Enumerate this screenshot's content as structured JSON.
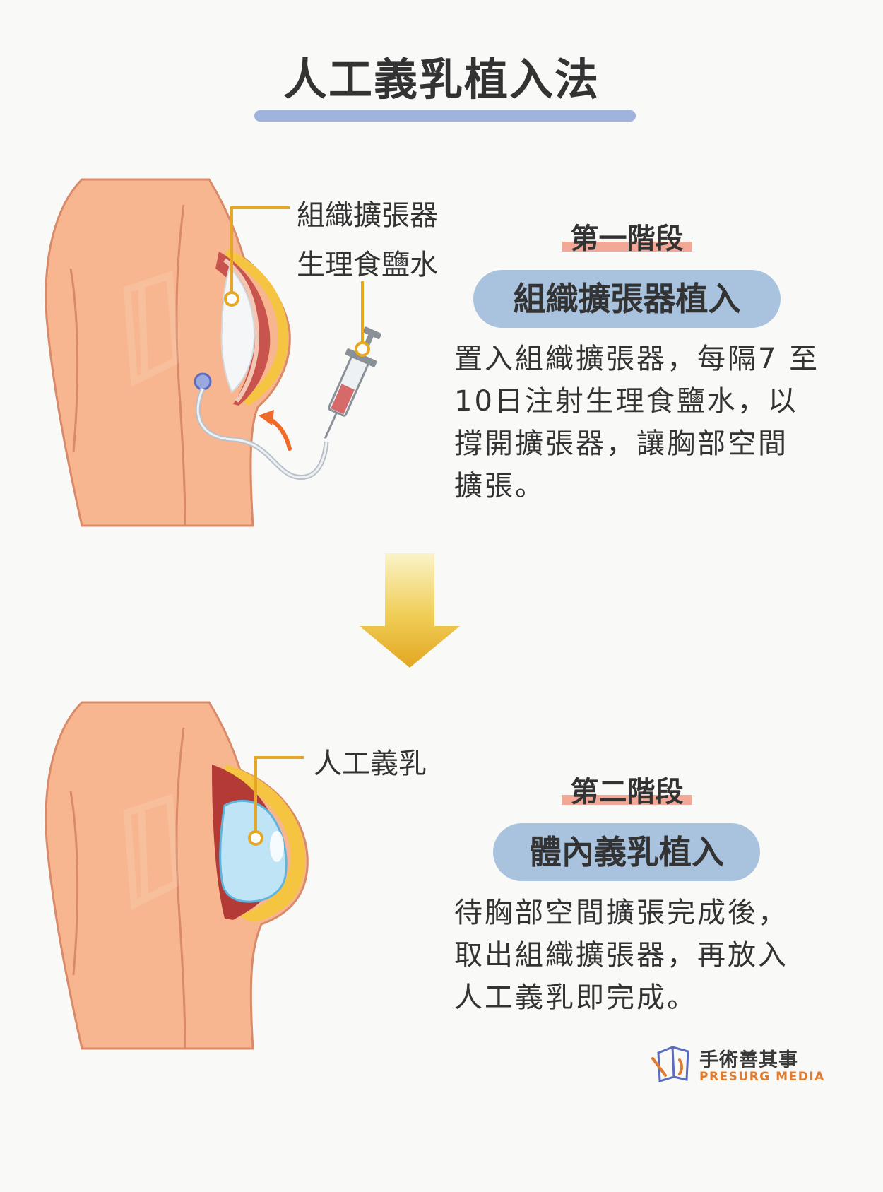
{
  "title": "人工義乳植入法",
  "colors": {
    "title_bar": "#9fb3de",
    "pill": "#a9c3de",
    "stage_underline": "#f2a896",
    "skin": "#f7b68f",
    "skin_outline": "#d98a68",
    "fat": "#f5c542",
    "muscle": "#b33a35",
    "callout_line": "#e6a722",
    "arrow": "#e8b12a",
    "brand_orange": "#e07a2e"
  },
  "diagram1": {
    "labels": {
      "expander": "組織擴張器",
      "saline": "生理食鹽水"
    }
  },
  "stage1": {
    "tag": "第一階段",
    "title": "組織擴張器植入",
    "description": [
      "置入組織擴張器，每隔7 至",
      "10日注射生理食鹽水，以",
      "撐開擴張器，讓胸部空間",
      "擴張。"
    ]
  },
  "diagram2": {
    "labels": {
      "implant": "人工義乳"
    }
  },
  "stage2": {
    "tag": "第二階段",
    "title": "體內義乳植入",
    "description": [
      "待胸部空間擴張完成後，",
      "取出組織擴張器，再放入",
      "人工義乳即完成。"
    ]
  },
  "brand": {
    "name_cn": "手術善其事",
    "name_en": "PRESURG MEDIA",
    "logo_icon": "presurg-logo-icon"
  }
}
